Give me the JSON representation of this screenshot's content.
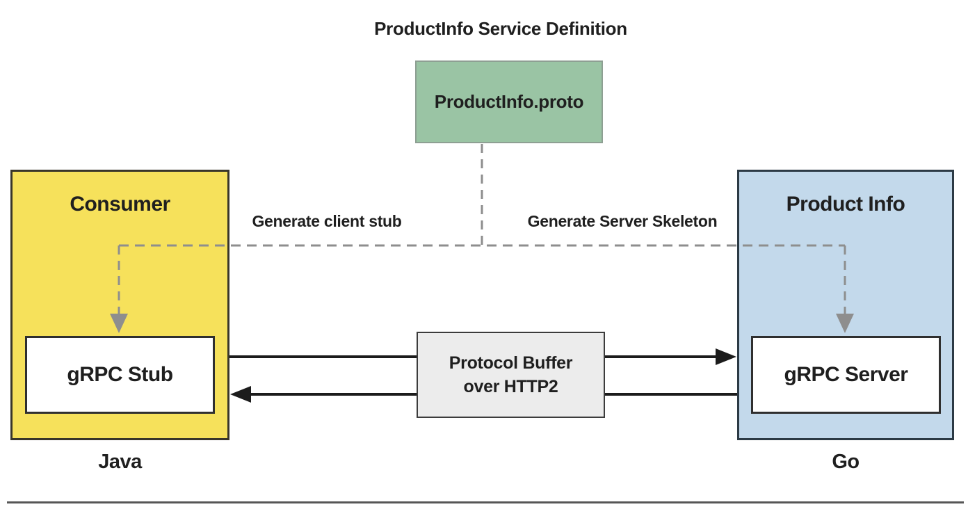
{
  "diagram": {
    "title": "ProductInfo Service Definition",
    "proto": {
      "label": "ProductInfo.proto"
    },
    "edge_labels": {
      "generate_client": "Generate client stub",
      "generate_server": "Generate Server Skeleton"
    },
    "consumer": {
      "title": "Consumer",
      "component": "gRPC Stub",
      "language": "Java"
    },
    "server": {
      "title": "Product Info",
      "component": "gRPC Server",
      "language": "Go"
    },
    "transport": {
      "line1": "Protocol Buffer",
      "line2": "over HTTP2"
    },
    "colors": {
      "proto_fill": "#9ac4a4",
      "proto_border": "#8e9f93",
      "consumer_fill": "#f6e15b",
      "consumer_border": "#39362a",
      "server_fill": "#c3d9eb",
      "server_border": "#2c3a45",
      "inner_fill": "#ffffff",
      "inner_border": "#2f2f2f",
      "transport_fill": "#ececec",
      "transport_border": "#3c3c3c",
      "dashed_line": "#8e8e8e",
      "solid_arrow": "#1c1c1c",
      "text": "#1f1f1f",
      "divider": "#565656"
    }
  }
}
